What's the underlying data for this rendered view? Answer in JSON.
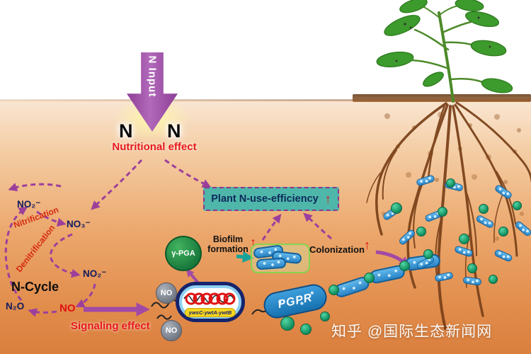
{
  "colors": {
    "arrow_purple": "#9c3f9c",
    "soil_top": "#f9e6d2",
    "soil_bottom": "#da7f3e",
    "box_teal": "#4fb6aa",
    "red_accent": "#e01212",
    "cell_blue": "#2a85c6",
    "green_dot": "#0e8a5c",
    "gene_band_yellow": "#f6d51f",
    "pga_green": "#17763a"
  },
  "n_input": {
    "label": "N Input"
  },
  "n_atoms": {
    "left": "N",
    "right": "N"
  },
  "effects": {
    "nutritional": "Nutritional effect",
    "signaling": "Signaling effect"
  },
  "cycle": {
    "title": "N-Cycle",
    "nitrification": "Nitrification",
    "denitrification": "Denitrification",
    "no2_top": "NO₂⁻",
    "no3": "NO₃⁻",
    "no2_bottom": "NO₂⁻",
    "n2o": "N₂O",
    "no": "NO"
  },
  "pathway": {
    "efficiency_label": "Plant N-use-efficiency",
    "efficiency_arrow": "↑",
    "gamma_pga": "γ-PGA",
    "biofilm_line1": "Biofilm",
    "biofilm_line2": "formation",
    "biofilm_arrow": "↑",
    "colonization": "Colonization",
    "colonization_arrow": "↑",
    "pgpr": "PGPR",
    "gene_label": "ywsC-ywtA-ywtB",
    "no_top": "NO",
    "no_bottom": "NO"
  },
  "watermark": {
    "text": "知乎 @国际生态新闻网"
  }
}
